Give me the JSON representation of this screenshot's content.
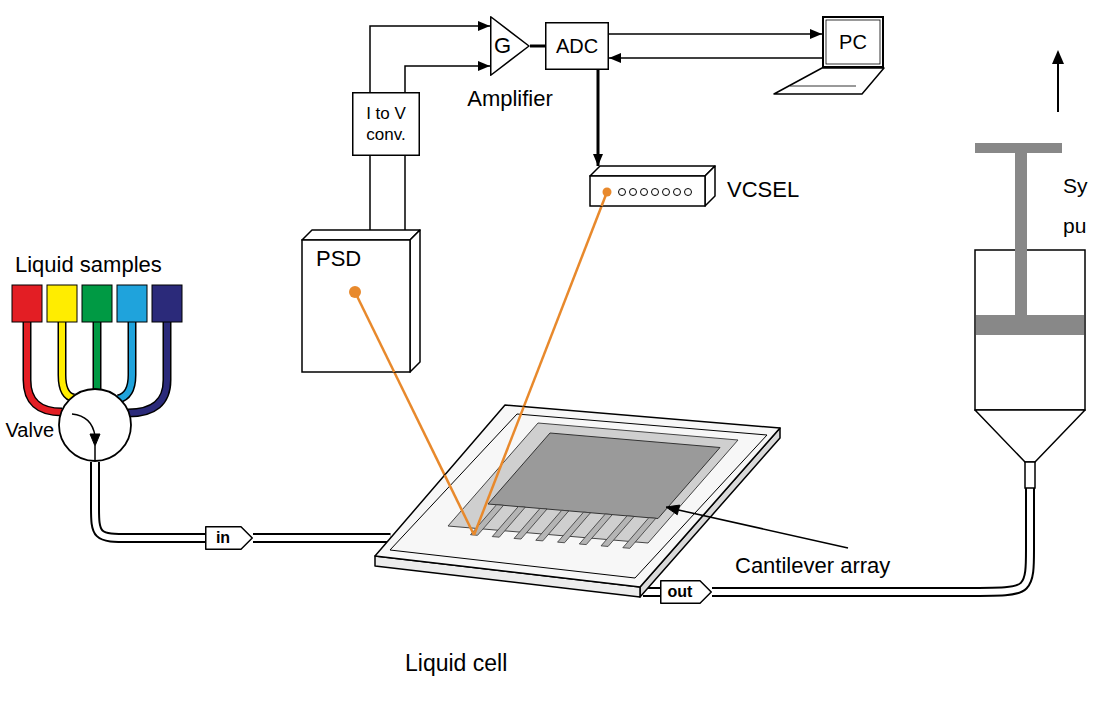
{
  "diagram": {
    "nodes": [
      {
        "text": [
          "G",
          "Amplifier"
        ]
      },
      {
        "text": [
          "ADC"
        ]
      },
      {
        "text": [
          "PC"
        ]
      },
      {
        "text": [
          "I to V conv."
        ]
      },
      {
        "text": [
          "VCSEL"
        ]
      },
      {
        "text": [
          "Sy pu"
        ]
      },
      {
        "text": [
          "PSD"
        ]
      },
      {
        "text": [
          "Valve"
        ]
      },
      {
        "text": [
          "in"
        ]
      },
      {
        "text": [
          "Liquid cell"
        ]
      },
      {
        "text": [
          "out"
        ]
      }
    ],
    "edges": [
      {
        "from": 6,
        "to": 3,
        "arrow": "none"
      },
      {
        "from": 6,
        "to": 3,
        "arrow": "none"
      },
      {
        "from": 3,
        "to": 0,
        "arrow": "to"
      },
      {
        "from": 3,
        "to": 0,
        "arrow": "to"
      },
      {
        "from": 0,
        "to": 1,
        "arrow": "none"
      },
      {
        "from": 1,
        "to": 2,
        "arrow": "to"
      },
      {
        "from": 2,
        "to": 1,
        "arrow": "to"
      },
      {
        "from": 1,
        "to": 4,
        "arrow": "to"
      },
      {
        "from": 4,
        "to": 9,
        "arrow": "none"
      },
      {
        "from": 9,
        "to": 6,
        "arrow": "none"
      },
      {
        "from": 7,
        "to": 8,
        "arrow": "none"
      },
      {
        "from": 8,
        "to": 9,
        "arrow": "none"
      },
      {
        "from": 9,
        "to": 10,
        "arrow": "none"
      },
      {
        "from": 10,
        "to": 5,
        "arrow": "none"
      }
    ],
    "labels": [
      "Liquid samples",
      "Cantilever array"
    ]
  }
}
